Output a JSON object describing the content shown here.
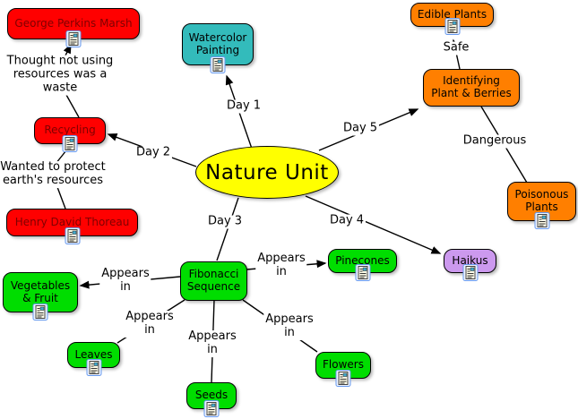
{
  "diagram": {
    "title": "Nature Unit",
    "nodes": {
      "nature_unit": {
        "label": "Nature Unit",
        "color": "#ffff00"
      },
      "george_perkins_marsh": {
        "label": "George Perkins Marsh",
        "color": "#ff0000",
        "text_color": "#7f0000"
      },
      "watercolor_painting": {
        "label": "Watercolor\nPainting",
        "color": "#33bbbb"
      },
      "edible_plants": {
        "label": "Edible Plants",
        "color": "#ff7f00"
      },
      "identifying_plant_berries": {
        "label": "Identifying\nPlant & Berries",
        "color": "#ff7f00"
      },
      "recycling": {
        "label": "Recycling",
        "color": "#ff0000",
        "text_color": "#7f0000"
      },
      "henry_david_thoreau": {
        "label": "Henry David Thoreau",
        "color": "#ff0000",
        "text_color": "#7f0000"
      },
      "poisonous_plants": {
        "label": "Poisonous\nPlants",
        "color": "#ff7f00"
      },
      "fibonacci_sequence": {
        "label": "Fibonacci\nSequence",
        "color": "#00dd00"
      },
      "pinecones": {
        "label": "Pinecones",
        "color": "#00dd00"
      },
      "haikus": {
        "label": "Haikus",
        "color": "#cc99ee"
      },
      "vegetables_fruit": {
        "label": "Vegetables\n& Fruit",
        "color": "#00dd00"
      },
      "leaves": {
        "label": "Leaves",
        "color": "#00dd00"
      },
      "seeds": {
        "label": "Seeds",
        "color": "#00dd00"
      },
      "flowers": {
        "label": "Flowers",
        "color": "#00dd00"
      }
    },
    "link_labels": {
      "day1": "Day 1",
      "day2": "Day 2",
      "day3": "Day 3",
      "day4": "Day 4",
      "day5": "Day 5",
      "safe": "Safe",
      "dangerous": "Dangerous",
      "thought": "Thought not using\nresources was a\nwaste",
      "wanted": "Wanted to protect\nearth's resources",
      "appears_in": "Appears\nin"
    },
    "colors": {
      "background": "#ffffff",
      "line": "#000000",
      "red": "#ff0000",
      "red_text": "#7f0000",
      "orange": "#ff7f00",
      "green": "#00dd00",
      "teal": "#33bbbb",
      "purple": "#cc99ee",
      "yellow": "#ffff00",
      "icon_frame": "#6699ee"
    }
  }
}
